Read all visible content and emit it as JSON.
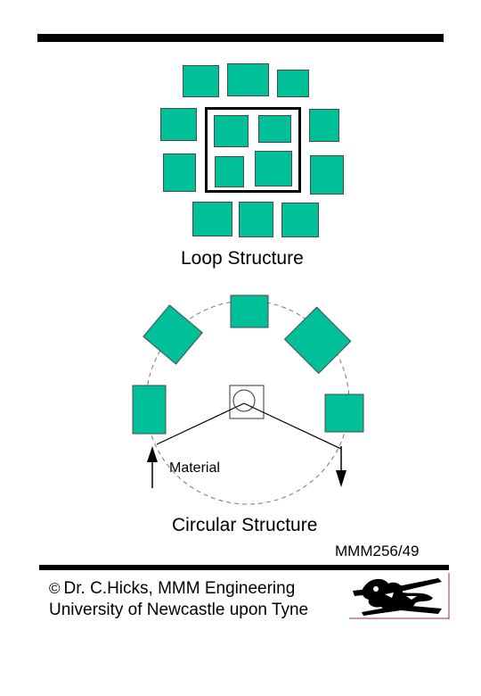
{
  "diagram": {
    "loop_label": "Loop Structure",
    "circular_label": "Circular Structure",
    "material_label": "Material"
  },
  "page": {
    "code": "MMM256/49"
  },
  "footer": {
    "copyright_symbol": "©",
    "line1": "Dr. C.Hicks, MMM Engineering",
    "line2": "University of Newcastle upon Tyne"
  },
  "colors": {
    "machine_fill": "#00c09a",
    "ink": "#000000"
  },
  "icons": {
    "crest": "university-crest-lion-icon"
  }
}
